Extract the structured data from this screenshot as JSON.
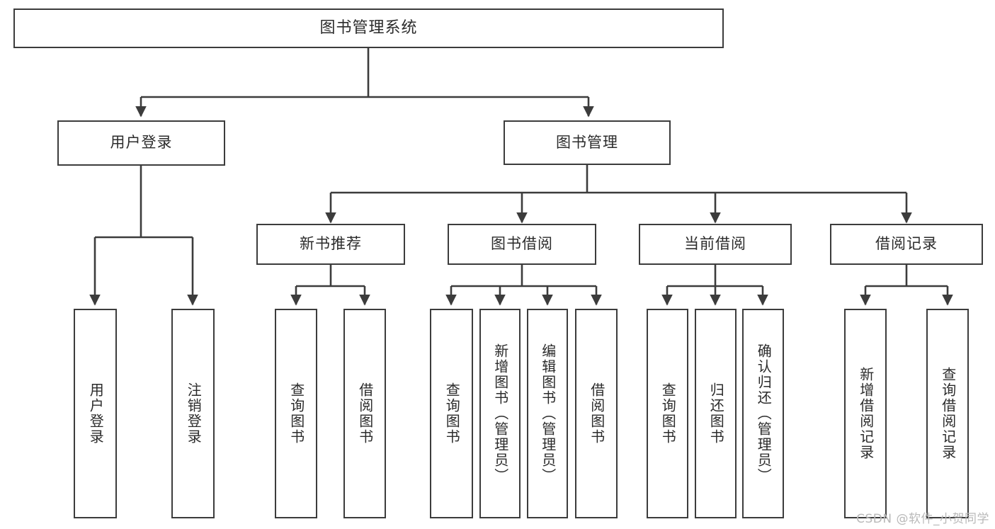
{
  "diagram": {
    "title": "图书管理系统",
    "type": "tree",
    "watermark": "CSDN @软件_小贺同学",
    "colors": {
      "background": "#ffffff",
      "box_border": "#3c3c3c",
      "box_fill": "#ffffff",
      "text": "#2b2b2b",
      "edge": "#3c3c3c",
      "watermark": "#b9b9b9"
    },
    "root": {
      "label": "图书管理系统"
    },
    "level1": [
      {
        "label": "用户登录"
      },
      {
        "label": "图书管理"
      }
    ],
    "level2": [
      {
        "label": "新书推荐"
      },
      {
        "label": "图书借阅"
      },
      {
        "label": "当前借阅"
      },
      {
        "label": "借阅记录"
      }
    ],
    "leaves": {
      "user_login": [
        {
          "label": "用户登录"
        },
        {
          "label": "注销登录"
        }
      ],
      "new_book_recommend": [
        {
          "label": "查询图书"
        },
        {
          "label": "借阅图书"
        }
      ],
      "book_borrow": [
        {
          "label": "查询图书"
        },
        {
          "label": "新增图书（管理员）"
        },
        {
          "label": "编辑图书（管理员）"
        },
        {
          "label": "借阅图书"
        }
      ],
      "current_borrow": [
        {
          "label": "查询图书"
        },
        {
          "label": "归还图书"
        },
        {
          "label": "确认归还（管理员）"
        }
      ],
      "borrow_record": [
        {
          "label": "新增借阅记录"
        },
        {
          "label": "查询借阅记录"
        }
      ]
    }
  }
}
